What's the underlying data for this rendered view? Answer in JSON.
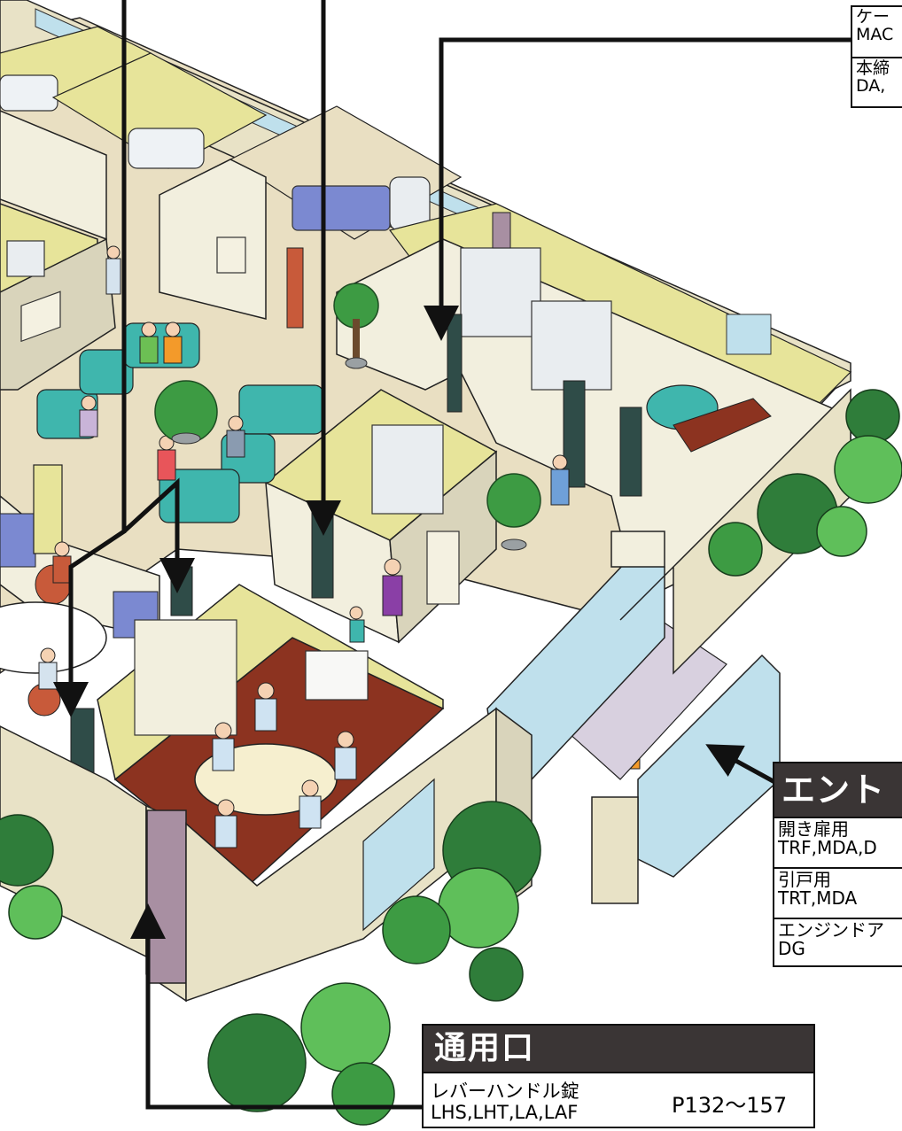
{
  "callouts": {
    "top_right": {
      "rows": [
        {
          "name": "ケー",
          "codes": "MAC"
        },
        {
          "name": "本締",
          "codes": "DA,"
        }
      ]
    },
    "entrance": {
      "title": "エントラ",
      "rows": [
        {
          "name": "開き扉用",
          "codes": "TRF,MDA,D"
        },
        {
          "name": "引戸用",
          "codes": "TRT,MDA"
        },
        {
          "name": "エンジンドア",
          "codes": "DG"
        }
      ]
    },
    "service_door": {
      "title": "通用口",
      "lock_name": "レバーハンドル錠",
      "codes": "LHS,LHT,LA,LAF",
      "pages": "P132〜157"
    }
  },
  "colors": {
    "floor": "#e9dfc2",
    "wall_face": "#f2efde",
    "wall_shade": "#d9d4bb",
    "room_yellow": "#e7e49a",
    "stone": "#e8e2c6",
    "carpet": "#8c3320",
    "sofa": "#3fb6ad",
    "door_dark": "#2f4c48",
    "door_purple": "#a88fa2",
    "glass": "#bfe0ec",
    "tree_dark": "#2f7d3a",
    "tree_light": "#5fbf5a",
    "arrow": "#111111",
    "callout_header": "#3a3535"
  }
}
